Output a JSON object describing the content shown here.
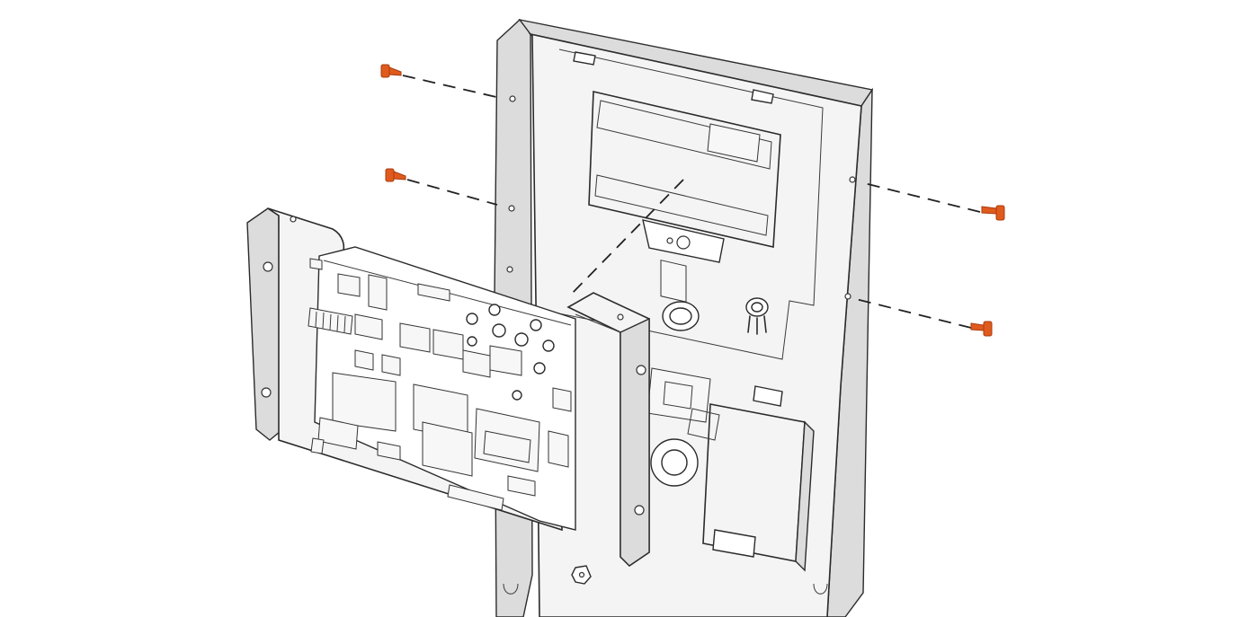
{
  "diagram": {
    "colors": {
      "screw": "#e05a1e",
      "screw_shade": "#a83c0c",
      "line": "#2b2b2b",
      "panel_fill": "#f4f4f4",
      "panel_side": "#dcdcdc"
    },
    "parts": [
      "rear-housing-panel",
      "front-mounting-plate",
      "control-circuit-board",
      "side-bracket",
      "transformer-module",
      "cable-grommet",
      "screw"
    ]
  }
}
